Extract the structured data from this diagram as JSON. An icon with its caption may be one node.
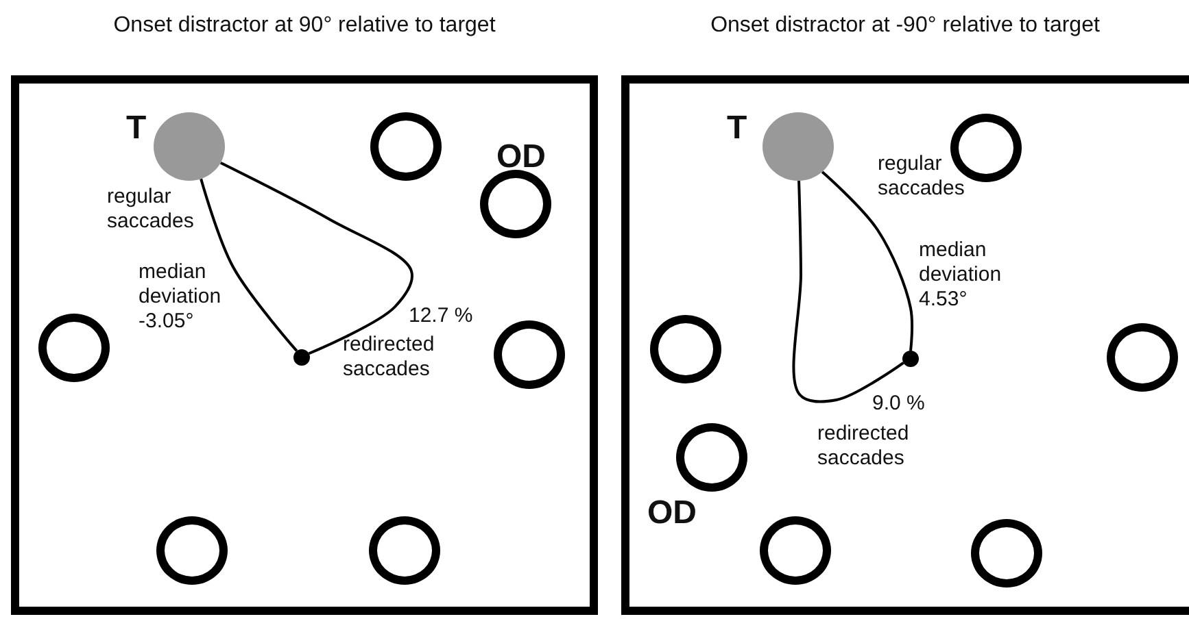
{
  "diagram": {
    "nodes": [
      {
        "text": [
          "Onset distractor at 90° relative to target"
        ]
      },
      {
        "text": [
          "T"
        ],
        "in": 0
      },
      {
        "text": [],
        "shape": "circle",
        "in": 0
      },
      {
        "text": [
          "OD"
        ],
        "in": 0
      },
      {
        "text": [],
        "shape": "circle",
        "in": 0
      },
      {
        "text": [],
        "shape": "circle",
        "in": 0
      },
      {
        "text": [],
        "shape": "circle",
        "in": 0
      },
      {
        "text": [],
        "shape": "circle",
        "in": 0
      },
      {
        "text": [],
        "shape": "circle",
        "in": 0
      },
      {
        "text": [
          "Onset distractor at -90° relative to target"
        ]
      },
      {
        "text": [
          "T"
        ],
        "in": 9
      },
      {
        "text": [],
        "shape": "circle",
        "in": 9
      },
      {
        "text": [],
        "shape": "circle",
        "in": 9
      },
      {
        "text": [],
        "shape": "circle",
        "in": 9
      },
      {
        "text": [],
        "shape": "circle",
        "in": 9
      },
      {
        "text": [
          "OD"
        ],
        "in": 9
      },
      {
        "text": [],
        "shape": "circle",
        "in": 9
      },
      {
        "text": [],
        "shape": "circle",
        "in": 9
      }
    ],
    "edges": [
      {
        "from": 1,
        "to": 6,
        "arrow": "none"
      },
      {
        "from": 1,
        "to": 6,
        "arrow": "none"
      },
      {
        "from": 10,
        "to": 13,
        "arrow": "none"
      },
      {
        "from": 10,
        "to": 13,
        "arrow": "none"
      }
    ],
    "labels": [
      "regular saccades",
      "median deviation -3.05°",
      "12.7 %",
      "redirected saccades",
      "regular saccades",
      "median deviation 4.53°",
      "9.0 %",
      "redirected saccades"
    ]
  }
}
